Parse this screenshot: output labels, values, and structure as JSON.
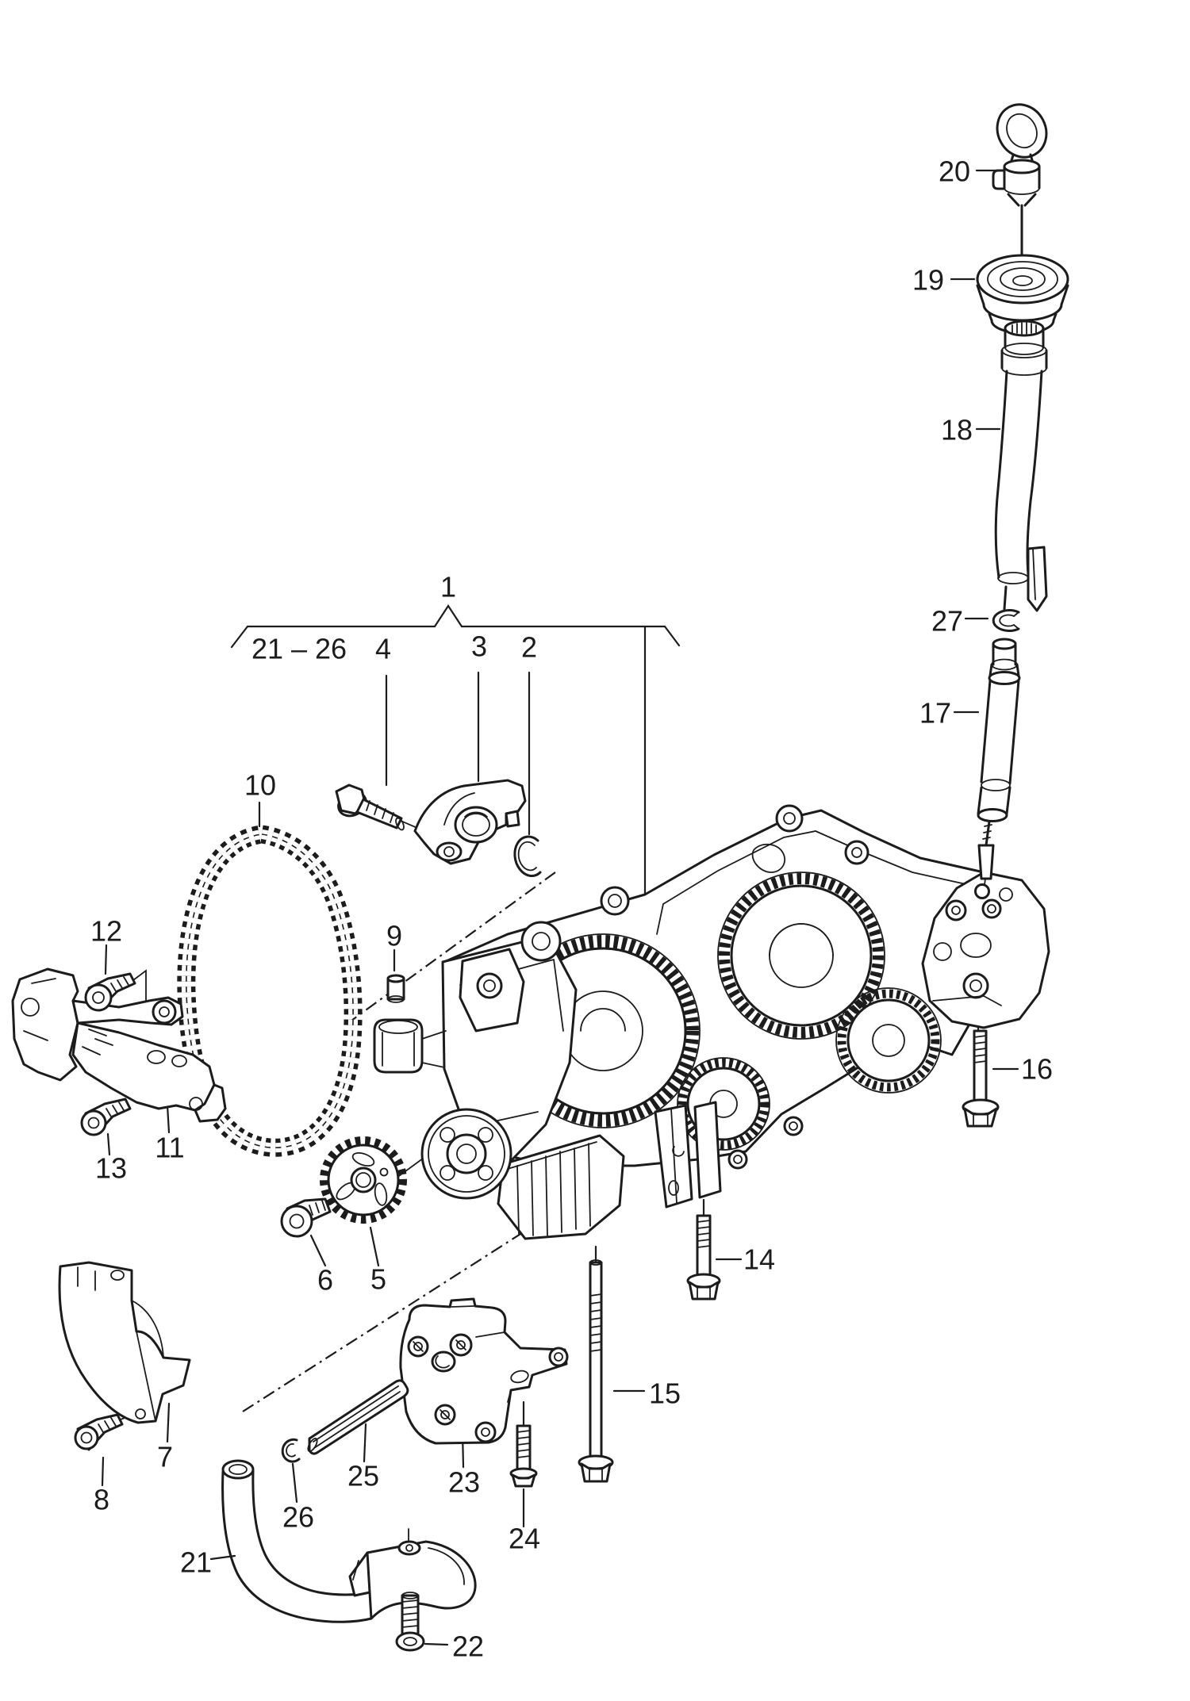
{
  "diagram": {
    "type": "exploded-parts-diagram",
    "colors": {
      "background": "#ffffff",
      "line": "#1c1c1c"
    },
    "callouts": [
      {
        "label": "1"
      },
      {
        "label": "21 – 26"
      },
      {
        "label": "4"
      },
      {
        "label": "3"
      },
      {
        "label": "2"
      },
      {
        "label": "10"
      },
      {
        "label": "9"
      },
      {
        "label": "12"
      },
      {
        "label": "11"
      },
      {
        "label": "13"
      },
      {
        "label": "5"
      },
      {
        "label": "6"
      },
      {
        "label": "7"
      },
      {
        "label": "8"
      },
      {
        "label": "14"
      },
      {
        "label": "15"
      },
      {
        "label": "16"
      },
      {
        "label": "17"
      },
      {
        "label": "18"
      },
      {
        "label": "19"
      },
      {
        "label": "20"
      },
      {
        "label": "21"
      },
      {
        "label": "22"
      },
      {
        "label": "23"
      },
      {
        "label": "24"
      },
      {
        "label": "25"
      },
      {
        "label": "26"
      },
      {
        "label": "27"
      }
    ]
  }
}
